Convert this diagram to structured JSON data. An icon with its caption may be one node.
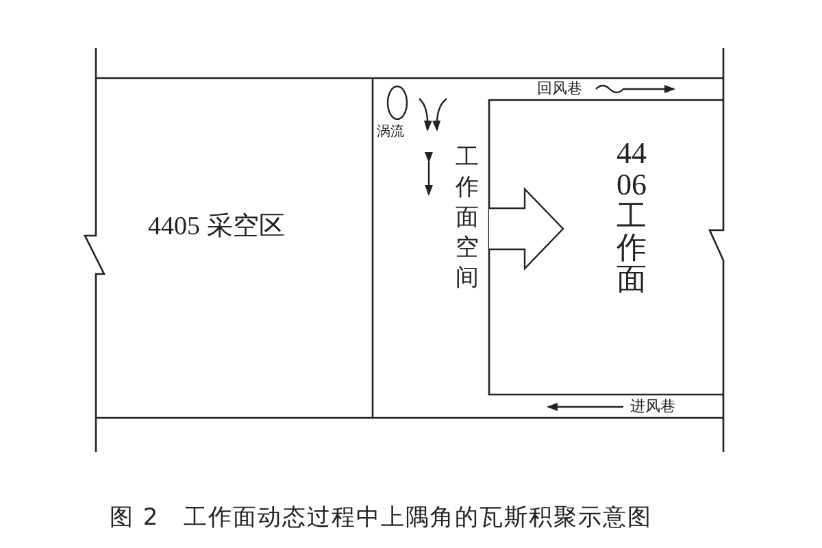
{
  "diagram": {
    "caption": "图 2　工作面动态过程中上隅角的瓦斯积聚示意图",
    "nodes": [
      {
        "text": [
          "4405 采空区"
        ]
      },
      {
        "text": [
          "工作面空间"
        ]
      },
      {
        "text": [
          "4406 工作面"
        ]
      }
    ],
    "labels": [
      "回风巷",
      "涡流",
      "进风巷"
    ]
  }
}
